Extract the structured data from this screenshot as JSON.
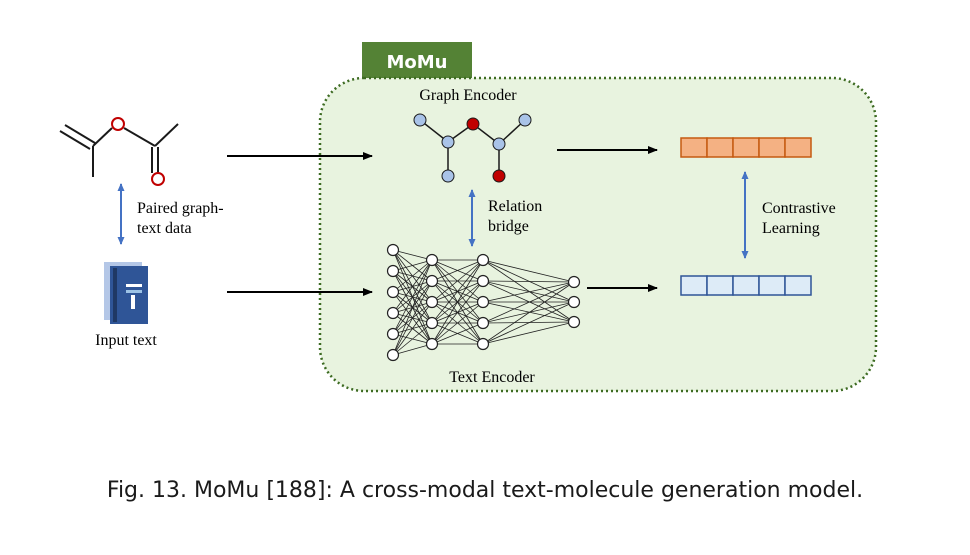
{
  "tab_label": "MoMu",
  "graph_encoder_label": "Graph Encoder",
  "text_encoder_label": "Text Encoder",
  "paired_label": [
    "Paired graph-",
    "text data"
  ],
  "input_text_label": "Input text",
  "relation_label": [
    "Relation",
    "bridge"
  ],
  "contrastive_label": [
    "Contrastive",
    "Learning"
  ],
  "caption": "Fig. 13.  MoMu [188]: A cross-modal text-molecule generation model.",
  "colors": {
    "tab": "#548235",
    "panel_fill": "#e8f3df",
    "panel_border": "#3d6b22",
    "arrow_blue": "#4472c4",
    "graph_node_blue": "#a9c3e8",
    "graph_node_red": "#c00000",
    "orange_fill": "#f4b183",
    "orange_border": "#c55a11",
    "blue_fill": "#ddebf7",
    "blue_border": "#2f5597"
  }
}
